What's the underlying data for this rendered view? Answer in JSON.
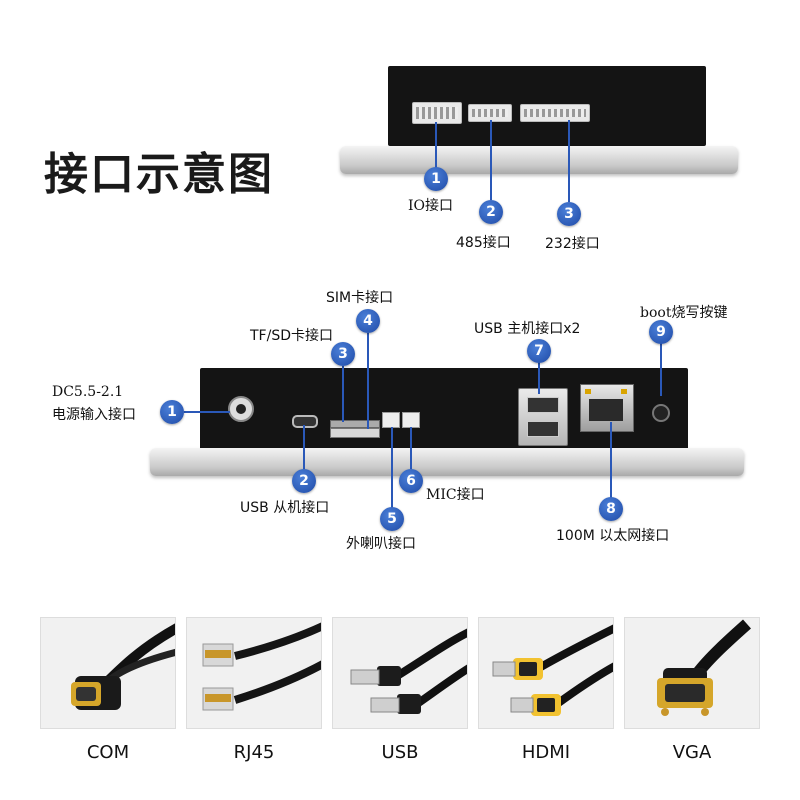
{
  "title": "接口示意图",
  "top_device": {
    "ports": [
      {
        "number": "1",
        "label": "IO接口"
      },
      {
        "number": "2",
        "label": "485接口"
      },
      {
        "number": "3",
        "label": "232接口"
      }
    ]
  },
  "bottom_device": {
    "ports": [
      {
        "number": "1",
        "label_line1": "DC5.5-2.1",
        "label_line2": "电源输入接口"
      },
      {
        "number": "2",
        "label": "USB 从机接口"
      },
      {
        "number": "3",
        "label": "TF/SD卡接口"
      },
      {
        "number": "4",
        "label": "SIM卡接口"
      },
      {
        "number": "5",
        "label": "外喇叭接口"
      },
      {
        "number": "6",
        "label": "MIC接口"
      },
      {
        "number": "7",
        "label": "USB 主机接口x2"
      },
      {
        "number": "8",
        "label": "100M 以太网接口"
      },
      {
        "number": "9",
        "label": "boot烧写按键"
      }
    ]
  },
  "cables": [
    {
      "label": "COM",
      "icon": "com-cable-icon"
    },
    {
      "label": "RJ45",
      "icon": "rj45-cable-icon"
    },
    {
      "label": "USB",
      "icon": "usb-cable-icon"
    },
    {
      "label": "HDMI",
      "icon": "hdmi-cable-icon"
    },
    {
      "label": "VGA",
      "icon": "vga-cable-icon"
    }
  ],
  "colors": {
    "badge": "#2a58b8",
    "device": "#141414",
    "bezel": "#c9c9c9",
    "hdmi_accent": "#f2c230"
  }
}
